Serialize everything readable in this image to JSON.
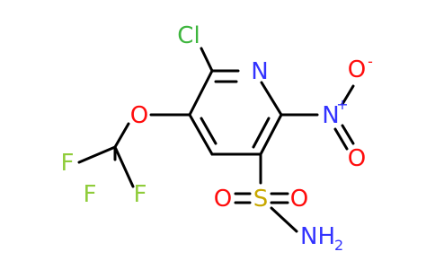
{
  "molecule": {
    "atoms": {
      "cl": "Cl",
      "n_ring": "N",
      "o_ether": "O",
      "f_top": "F",
      "f_left": "F",
      "f_right": "F",
      "n_nitro": "N",
      "n_nitro_charge": "+",
      "o_nitro_top": "O",
      "o_nitro_top_charge": "-",
      "o_nitro_bottom": "O",
      "s": "S",
      "o_s_left": "O",
      "o_s_right": "O",
      "nh2_main": "NH",
      "nh2_sub": "2"
    },
    "colors": {
      "bond": "#000000",
      "chlorine": "#3db53d",
      "nitrogen": "#3333ff",
      "oxygen": "#ff0d0d",
      "fluorine": "#8fcc3a",
      "sulfur": "#c8a800"
    }
  }
}
